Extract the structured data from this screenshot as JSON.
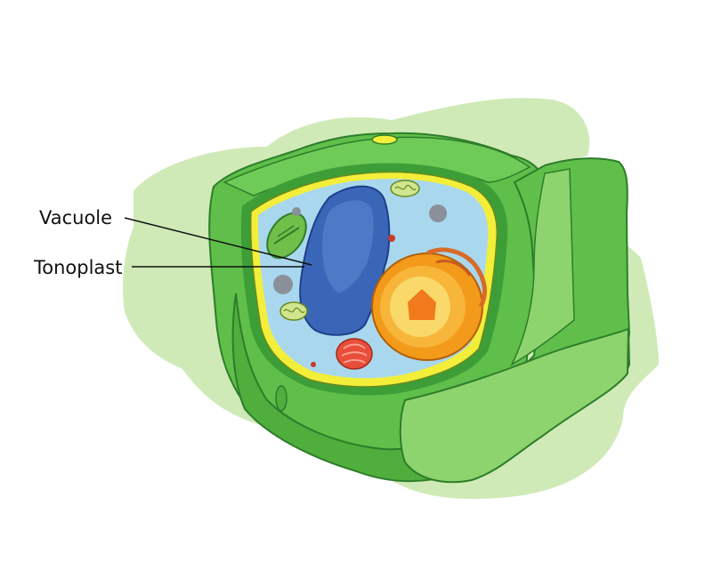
{
  "labels": {
    "vacuole": "Vacuole",
    "tonoplast": "Tonoplast"
  },
  "colors": {
    "background": "#ffffff",
    "halo": "#cfeab7",
    "cell_wall_dark": "#3d9e37",
    "cell_wall": "#5fbf4a",
    "cell_wall_light": "#8ed46e",
    "plasma_membrane": "#f3ee3a",
    "cytoplasm": "#a9d8ee",
    "vacuole": "#3a66b8",
    "tonoplast_edge": "#1f3f8a",
    "nucleus_outer": "#f39a1a",
    "nucleus_inner": "#f9d96a",
    "nucleolus": "#f07a1c",
    "chloroplast": "#6fbf4a",
    "golgi": "#e94e3a",
    "er": "#d86a2a",
    "vesicle": "#8a8f9a",
    "label_line": "#111111"
  },
  "icons": [
    "vacuole-organelle",
    "nucleus-organelle",
    "chloroplast-organelle",
    "golgi-organelle",
    "mitochondrion-organelle"
  ]
}
